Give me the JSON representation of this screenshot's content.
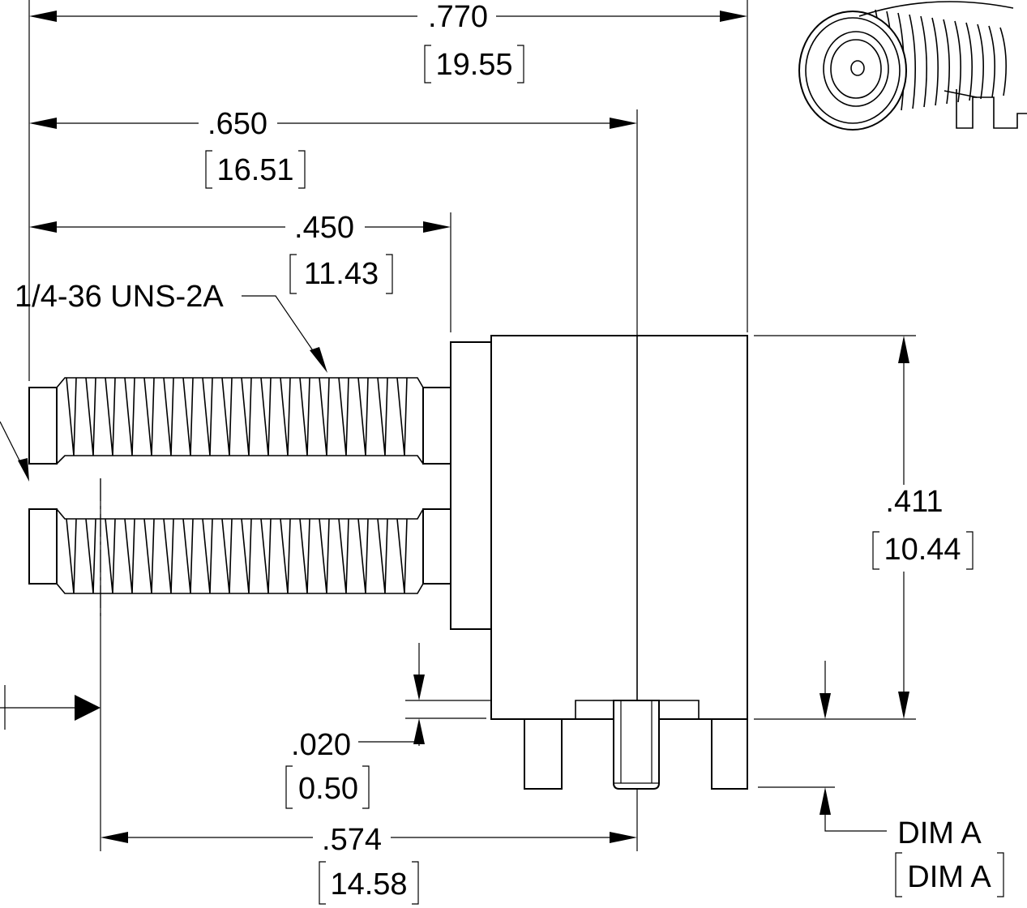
{
  "dimensions": {
    "overall_length": {
      "inch": ".770",
      "mm": "19.55"
    },
    "length_650": {
      "inch": ".650",
      "mm": "16.51"
    },
    "thread_length": {
      "inch": ".450",
      "mm": "11.43"
    },
    "body_height": {
      "inch": ".411",
      "mm": "10.44"
    },
    "standoff": {
      "inch": ".020",
      "mm": "0.50"
    },
    "ref_length": {
      "inch": ".574",
      "mm": "14.58"
    },
    "pin_length": {
      "inch": "DIM A",
      "mm": "DIM A"
    }
  },
  "callouts": {
    "thread_spec": "1/4-36 UNS-2A"
  },
  "colors": {
    "line": "#000000",
    "background": "#ffffff"
  }
}
